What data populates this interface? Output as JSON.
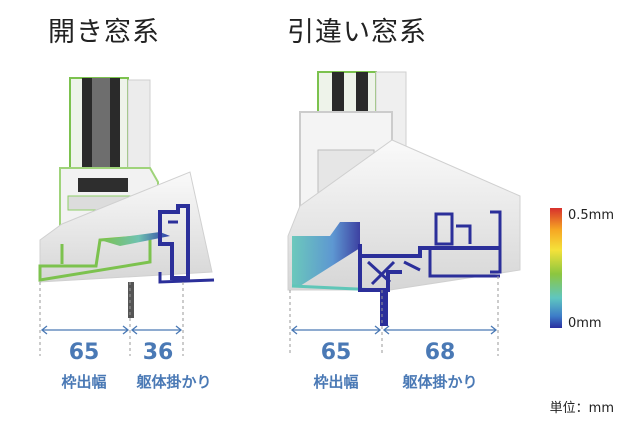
{
  "titles": {
    "left": "開き窓系",
    "right": "引違い窓系"
  },
  "left_dims": {
    "a_value": "65",
    "a_label": "枠出幅",
    "b_value": "36",
    "b_label": "躯体掛かり"
  },
  "right_dims": {
    "a_value": "65",
    "a_label": "枠出幅",
    "b_value": "68",
    "b_label": "躯体掛かり"
  },
  "scale": {
    "max": "0.5mm",
    "min": "0mm",
    "colors": [
      "#d7302d",
      "#f6a623",
      "#f5e23a",
      "#8cc63f",
      "#5fc6c0",
      "#3d7dc8",
      "#2a2fa0"
    ]
  },
  "unit": "単位：mm",
  "colors": {
    "accent": "#4a79b5",
    "green": "#7cc24e",
    "navy": "#2b2f9a"
  }
}
